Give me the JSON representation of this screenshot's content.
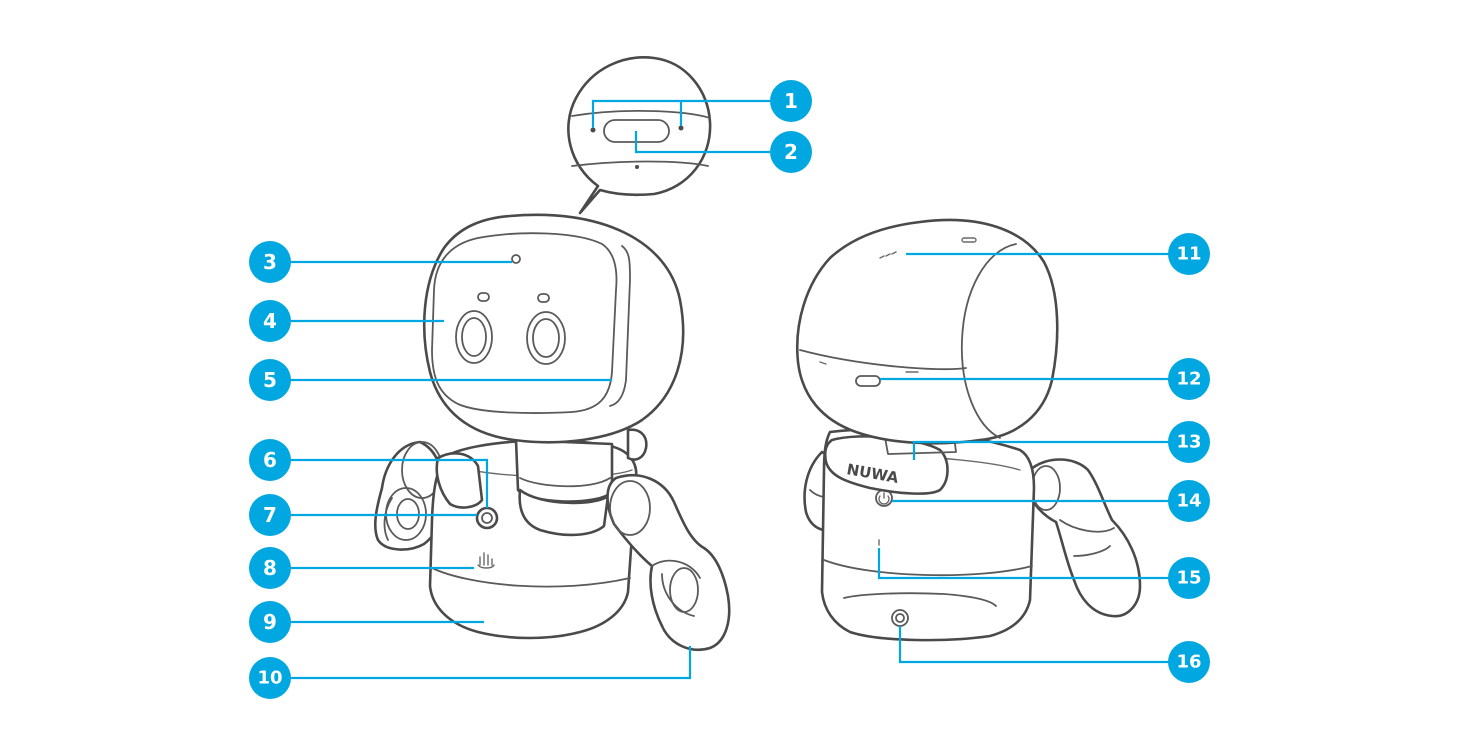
{
  "accent_color": "#00a7e1",
  "logo": {
    "text": "NUWA"
  },
  "callouts": [
    {
      "id": "1",
      "label": "1"
    },
    {
      "id": "2",
      "label": "2"
    },
    {
      "id": "3",
      "label": "3"
    },
    {
      "id": "4",
      "label": "4"
    },
    {
      "id": "5",
      "label": "5"
    },
    {
      "id": "6",
      "label": "6"
    },
    {
      "id": "7",
      "label": "7"
    },
    {
      "id": "8",
      "label": "8"
    },
    {
      "id": "9",
      "label": "9"
    },
    {
      "id": "10",
      "label": "10"
    },
    {
      "id": "11",
      "label": "11"
    },
    {
      "id": "12",
      "label": "12"
    },
    {
      "id": "13",
      "label": "13"
    },
    {
      "id": "14",
      "label": "14"
    },
    {
      "id": "15",
      "label": "15"
    },
    {
      "id": "16",
      "label": "16"
    }
  ]
}
